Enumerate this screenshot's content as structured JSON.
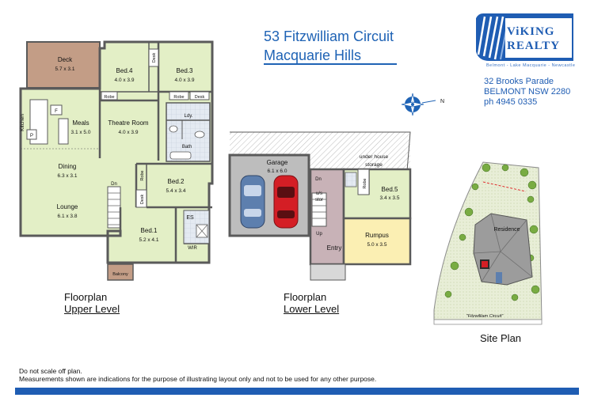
{
  "header": {
    "address_line1": "53 Fitzwilliam Circuit",
    "address_line2": "Macquarie Hills"
  },
  "agency": {
    "name_line1": "ViKING",
    "name_line2": "REALTY",
    "tagline": "Belmont - Lake Macquarie - Newcastle",
    "street": "32 Brooks Parade",
    "suburb": "BELMONT NSW 2280",
    "phone": "ph 4945 0335"
  },
  "compass": {
    "north_label": "N"
  },
  "upper": {
    "caption_line1": "Floorplan",
    "caption_line2": "Upper Level",
    "rooms": {
      "deck": {
        "name": "Deck",
        "dims": "5.7 x 3.1"
      },
      "bed4": {
        "name": "Bed.4",
        "dims": "4.0 x 3.9"
      },
      "bed3": {
        "name": "Bed.3",
        "dims": "4.0 x 3.9"
      },
      "meals": {
        "name": "Meals",
        "dims": "3.1 x 5.0"
      },
      "theatre": {
        "name": "Theatre Room",
        "dims": "4.0 x 3.9"
      },
      "dining": {
        "name": "Dining",
        "dims": "6.3 x 3.1"
      },
      "lounge": {
        "name": "Lounge",
        "dims": "6.1 x 3.8"
      },
      "bed2": {
        "name": "Bed.2",
        "dims": "5.4 x 3.4"
      },
      "bed1": {
        "name": "Bed.1",
        "dims": "5.2 x 4.1"
      }
    },
    "labels": {
      "kitchen": "Kitchen",
      "fridge": "F",
      "pantry": "P",
      "desk": "Desk",
      "robe": "Robe",
      "laundry": "Ldy.",
      "bath": "Bath",
      "down": "Dn",
      "ensuite": "ES",
      "wir": "WIR",
      "balcony": "Balcony"
    }
  },
  "lower": {
    "caption_line1": "Floorplan",
    "caption_line2": "Lower Level",
    "rooms": {
      "garage": {
        "name": "Garage",
        "dims": "6.1 x 6.0"
      },
      "bed5": {
        "name": "Bed.5",
        "dims": "3.4 x 3.5"
      },
      "rumpus": {
        "name": "Rumpus",
        "dims": "5.0 x 3.5"
      }
    },
    "labels": {
      "under_house_1": "under house",
      "under_house_2": "storage",
      "down": "Dn",
      "us_1": "u/s",
      "us_2": "stor",
      "up": "Up",
      "entry": "Entry",
      "robe": "Robe"
    }
  },
  "site": {
    "caption": "Site Plan",
    "residence": "Residence",
    "street": "\"Fitzwilliam Circuit\""
  },
  "disclaimer": {
    "line1": "Do not scale off plan.",
    "line2": "Measurements shown are indications for the purpose of illustrating layout only and not to be used for any other purpose."
  },
  "colors": {
    "brand_blue": "#1f5db3",
    "room_green": "#e3efc6",
    "deck_brown": "#c39d86",
    "wet_blue": "#dde7f2",
    "rumpus_yellow": "#fbefb3",
    "garage_grey": "#bdbdbd",
    "entry_mauve": "#c8b2b7",
    "wall": "#5a5a5a"
  }
}
